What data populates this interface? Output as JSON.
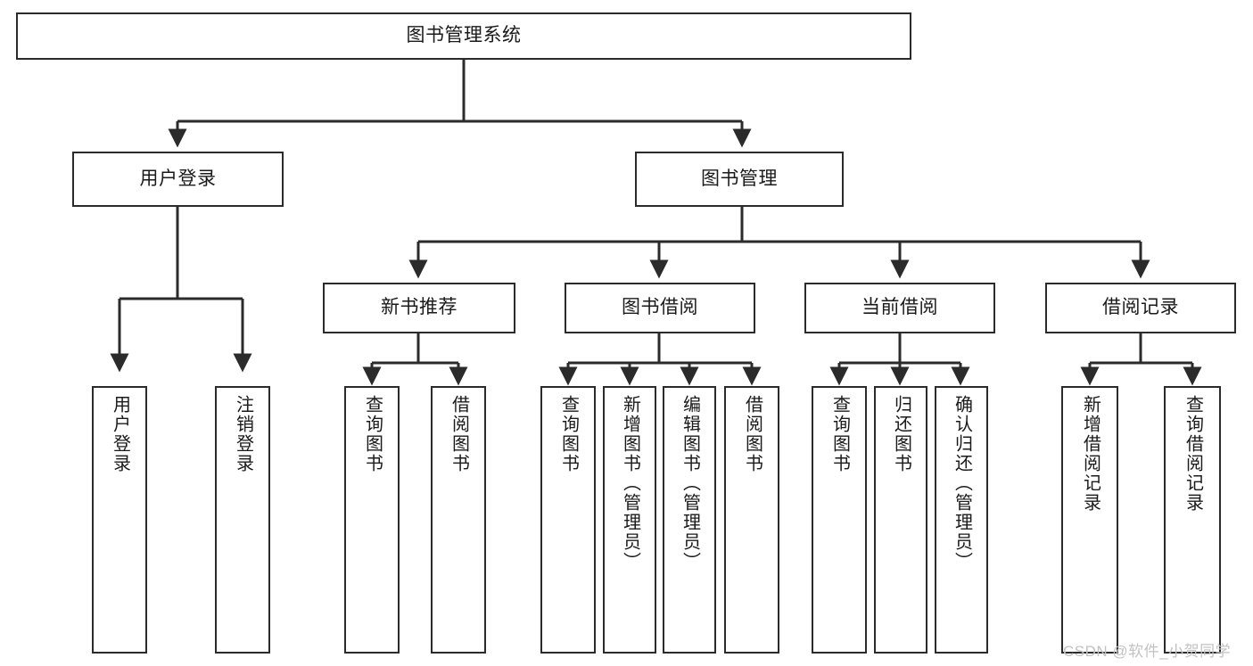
{
  "diagram": {
    "title": "图书管理系统",
    "type": "hierarchy-tree",
    "orientation": "top-down",
    "line_color": "#2b2b2b",
    "box_fill": "#ffffff",
    "text_color": "#1a1a1a"
  },
  "nodes": {
    "root": {
      "label": "图书管理系统",
      "level": 1
    },
    "l2": [
      {
        "id": "user-login",
        "label": "用户登录",
        "level": 2
      },
      {
        "id": "book-manage",
        "label": "图书管理",
        "level": 2
      }
    ],
    "l3": [
      {
        "id": "new-book-rec",
        "label": "新书推荐",
        "level": 3
      },
      {
        "id": "book-borrow",
        "label": "图书借阅",
        "level": 3
      },
      {
        "id": "current-borrow",
        "label": "当前借阅",
        "level": 3
      },
      {
        "id": "borrow-record",
        "label": "借阅记录",
        "level": 3
      }
    ],
    "leaves": [
      {
        "id": "leaf-user-login",
        "label": "用户登录",
        "parent": "user-login"
      },
      {
        "id": "leaf-user-logout",
        "label": "注销登录",
        "parent": "user-login"
      },
      {
        "id": "leaf-query-book-1",
        "label": "查询图书",
        "parent": "new-book-rec"
      },
      {
        "id": "leaf-borrow-book-1",
        "label": "借阅图书",
        "parent": "new-book-rec"
      },
      {
        "id": "leaf-query-book-2",
        "label": "查询图书",
        "parent": "book-borrow"
      },
      {
        "id": "leaf-add-book",
        "label": "新增图书（管理员）",
        "parent": "book-borrow"
      },
      {
        "id": "leaf-edit-book",
        "label": "编辑图书（管理员）",
        "parent": "book-borrow"
      },
      {
        "id": "leaf-borrow-book-2",
        "label": "借阅图书",
        "parent": "book-borrow"
      },
      {
        "id": "leaf-query-book-3",
        "label": "查询图书",
        "parent": "current-borrow"
      },
      {
        "id": "leaf-return-book",
        "label": "归还图书",
        "parent": "current-borrow"
      },
      {
        "id": "leaf-confirm-return",
        "label": "确认归还（管理员）",
        "parent": "current-borrow"
      },
      {
        "id": "leaf-add-record",
        "label": "新增借阅记录",
        "parent": "borrow-record"
      },
      {
        "id": "leaf-query-record",
        "label": "查询借阅记录",
        "parent": "borrow-record"
      }
    ]
  },
  "watermark": {
    "text": "CSDN @软件_小贺同学"
  }
}
